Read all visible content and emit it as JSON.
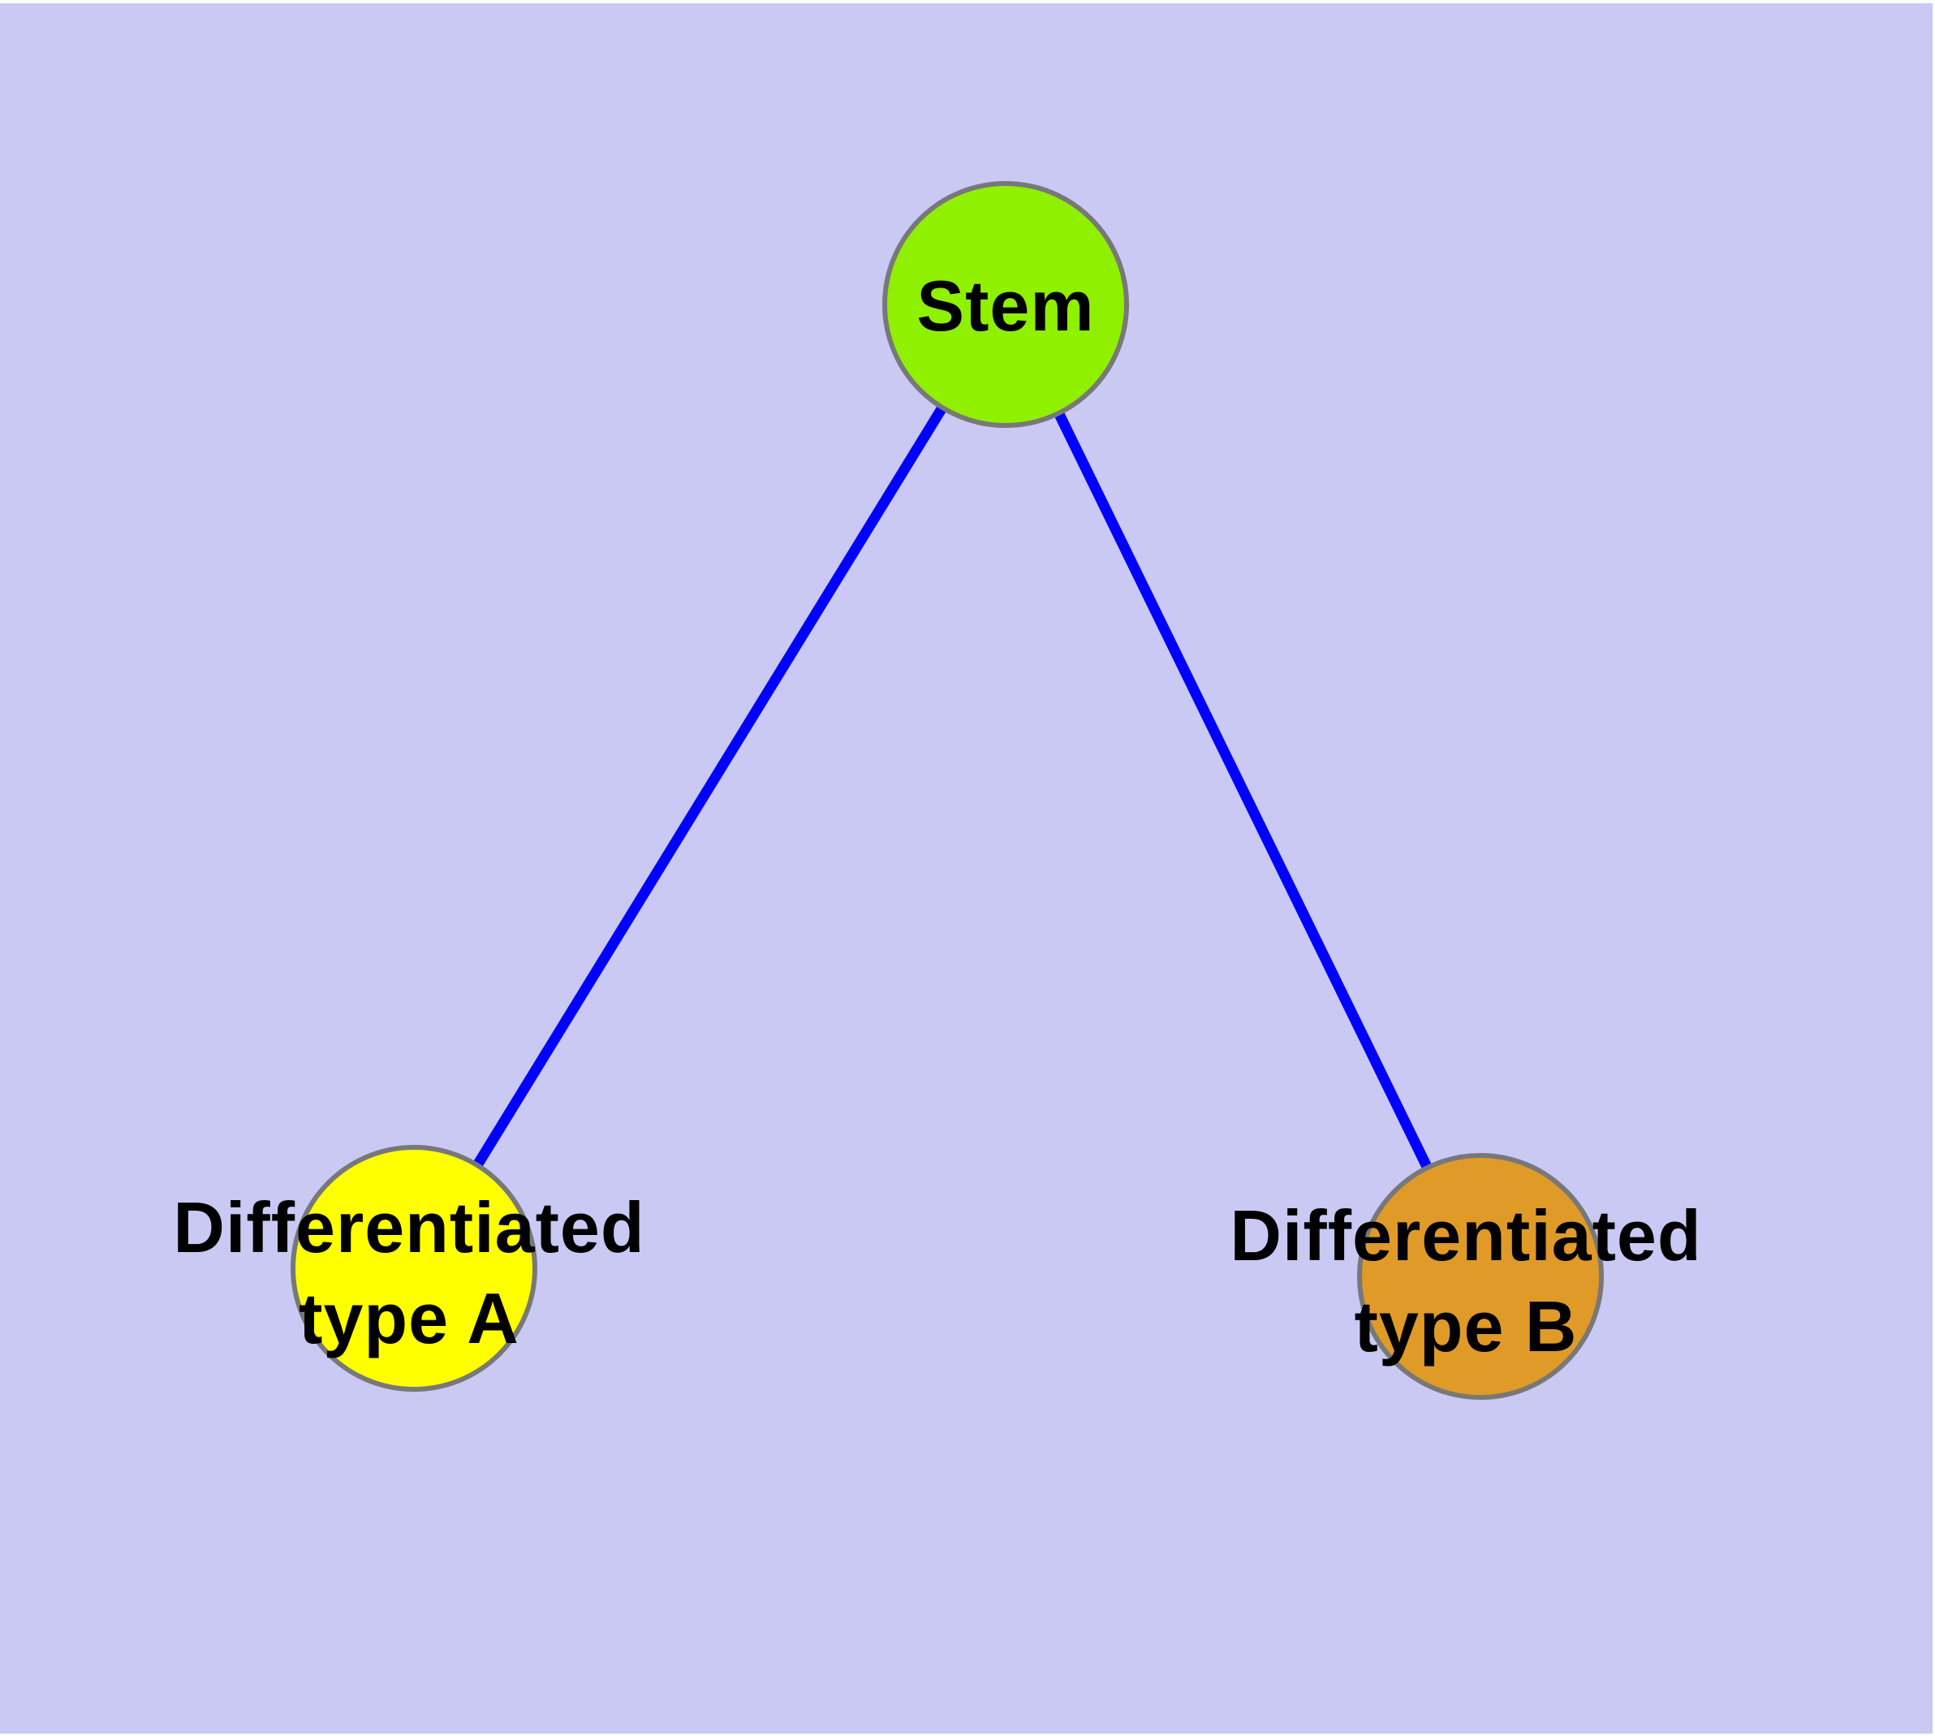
{
  "diagram": {
    "background_color": "#C9C9F4",
    "page_margin_color": "#FFFFFF",
    "edge_color": "#0000FF",
    "node_border_color": "#787878",
    "label_color": "#000000",
    "nodes": [
      {
        "id": "stem",
        "label": "Stem",
        "fill_color": "#8FF000"
      },
      {
        "id": "differentiated-type-a",
        "label_line1": "Differentiated",
        "label_line2": "type A",
        "fill_color": "#FFFF00"
      },
      {
        "id": "differentiated-type-b",
        "label_line1": "Differentiated",
        "label_line2": "type B",
        "fill_color": "#E09A28"
      }
    ],
    "edges": [
      {
        "from": "Stem",
        "to": "Differentiated type A"
      },
      {
        "from": "Stem",
        "to": "Differentiated type B"
      }
    ]
  }
}
